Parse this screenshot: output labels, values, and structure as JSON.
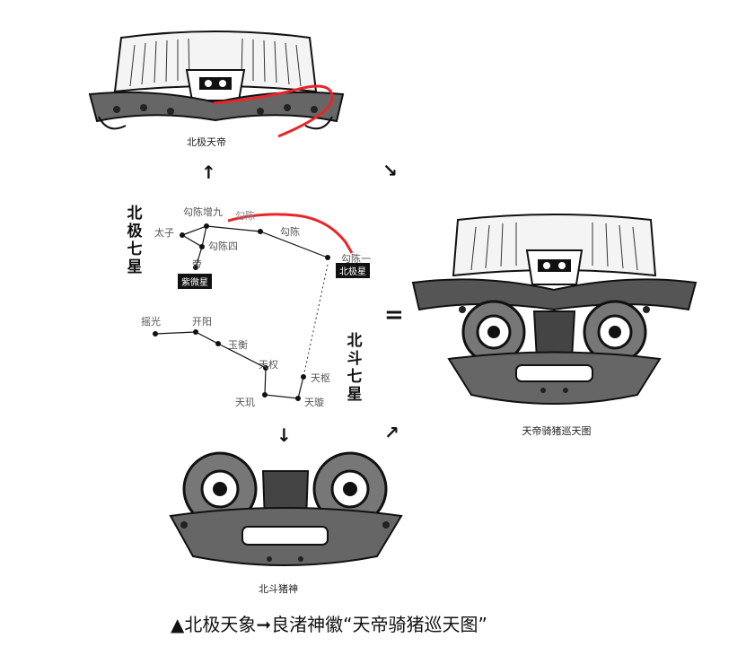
{
  "captions": {
    "top_emblem": "北极天帝",
    "right_emblem": "天帝骑猪巡天图",
    "bottom_emblem": "北斗猪神"
  },
  "titles": {
    "north_pole_seven": [
      "北",
      "极",
      "七",
      "星"
    ],
    "big_dipper_seven": [
      "北",
      "斗",
      "七",
      "星"
    ]
  },
  "north_pole_stars": {
    "s1": "勾陈增九",
    "s2": "太子",
    "s3": "勾陈四",
    "s4": "帝",
    "s5": "勾陈一",
    "tag1": "紫微星",
    "tag2": "北极星",
    "obscured": "勾陈"
  },
  "dipper_stars": {
    "yaoguang": "摇光",
    "kaiyang": "开阳",
    "yuheng": "玉衡",
    "tianquan": "天权",
    "tianji": "天玑",
    "tianxuan": "天璇",
    "tianshu": "天枢"
  },
  "symbols": {
    "equals": "=",
    "arrow_up": "↑",
    "arrow_down": "↓",
    "arrow_diag_down": "↘",
    "arrow_diag_up": "↗"
  },
  "bottom_caption": "▲北极天象➞良渚神徽“天帝骑猪巡天图”",
  "colors": {
    "annotation": "#e8262a",
    "ink": "#111111"
  }
}
